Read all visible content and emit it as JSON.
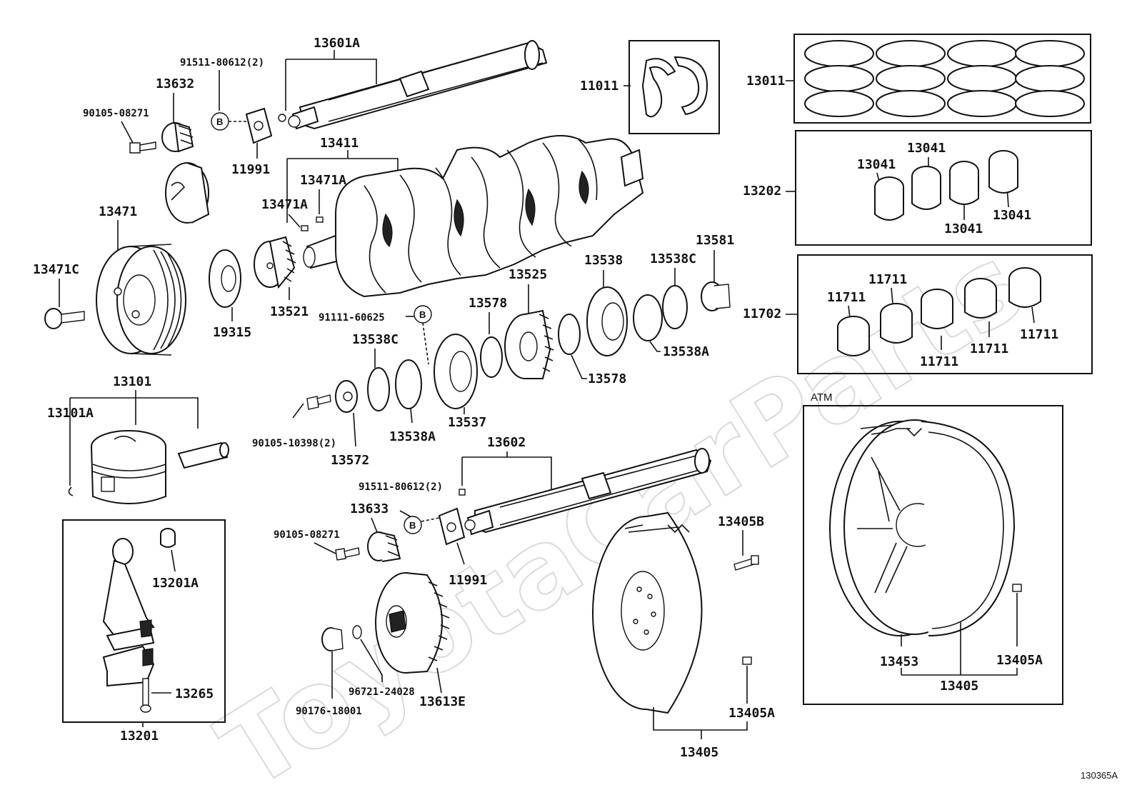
{
  "watermark": "ToyotaCarParts",
  "diagram_ref": "130365A",
  "atm_label": "ATM",
  "bolt_marker": "B",
  "labels": {
    "p13601A": "13601A",
    "p91511_top": "91511-80612(2)",
    "p13632": "13632",
    "p90105_08271_top": "90105-08271",
    "p11991_top": "11991",
    "p13411": "13411",
    "p13471A_1": "13471A",
    "p13471A_2": "13471A",
    "p13471": "13471",
    "p13471C": "13471C",
    "p19315": "19315",
    "p13521": "13521",
    "p11011": "11011",
    "p13011": "13011",
    "p13202": "13202",
    "p13041_a": "13041",
    "p13041_b": "13041",
    "p13041_c": "13041",
    "p13041_d": "13041",
    "p11702": "11702",
    "p11711_a": "11711",
    "p11711_b": "11711",
    "p11711_c": "11711",
    "p11711_d": "11711",
    "p11711_e": "11711",
    "p13581": "13581",
    "p13538": "13538",
    "p13538C_top": "13538C",
    "p13525": "13525",
    "p13578_top": "13578",
    "p91111": "91111-60625",
    "p13538C_low": "13538C",
    "p13538A_right": "13538A",
    "p13578_low": "13578",
    "p13537": "13537",
    "p13538A_low": "13538A",
    "p13572": "13572",
    "p90105_10398": "90105-10398(2)",
    "p13101": "13101",
    "p13101A": "13101A",
    "p13602": "13602",
    "p91511_low": "91511-80612(2)",
    "p13633": "13633",
    "p90105_08271_low": "90105-08271",
    "p11991_low": "11991",
    "p13201A": "13201A",
    "p13265": "13265",
    "p13201": "13201",
    "p96721": "96721-24028",
    "p90176": "90176-18001",
    "p13613E": "13613E",
    "p13405B": "13405B",
    "p13405A_mid": "13405A",
    "p13405_mid": "13405",
    "p13453": "13453",
    "p13405_atm": "13405",
    "p13405A_atm": "13405A"
  }
}
